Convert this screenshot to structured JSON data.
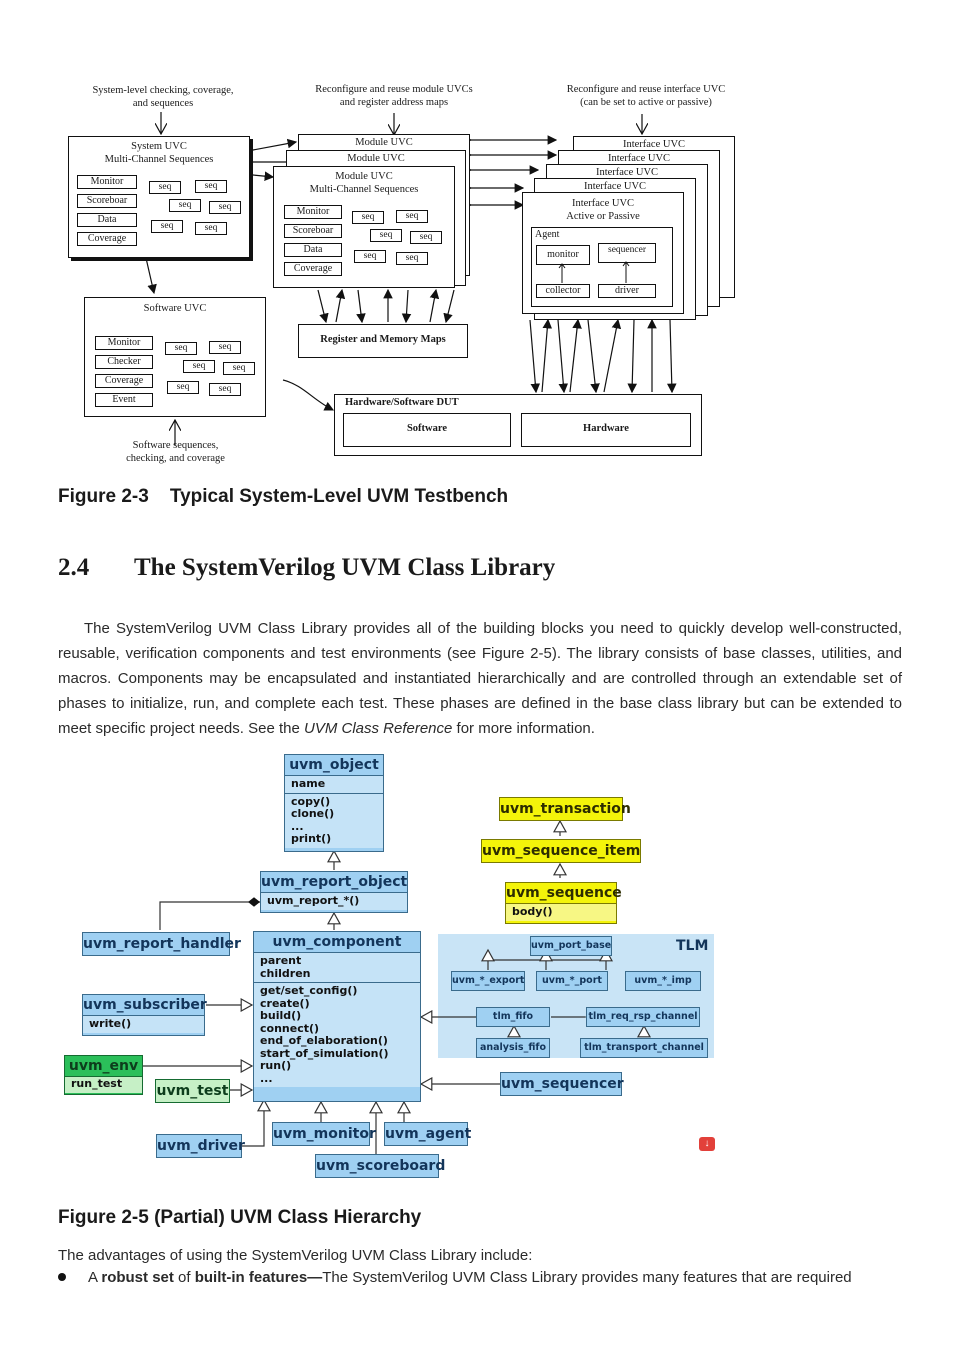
{
  "figure23": {
    "notes": {
      "system": [
        "System-level checking, coverage,",
        "and sequences"
      ],
      "module": [
        "Reconfigure and reuse module UVCs",
        "and register address maps"
      ],
      "interface": [
        "Reconfigure and reuse interface UVC",
        "(can be set to active or passive)"
      ],
      "software": [
        "Software sequences,",
        "checking, and coverage"
      ]
    },
    "system_uvc": {
      "title": [
        "System UVC",
        "Multi-Channel Sequences"
      ],
      "items": [
        "Monitor",
        "Scoreboar",
        "Data",
        "Coverage"
      ]
    },
    "module_uvc": {
      "stack_titles": [
        "Module UVC",
        "Module UVC"
      ],
      "title": [
        "Module UVC",
        "Multi-Channel Sequences"
      ],
      "items": [
        "Monitor",
        "Scoreboar",
        "Data",
        "Coverage"
      ]
    },
    "interface_uvc": {
      "stack_titles": [
        "Interface UVC",
        "Interface UVC",
        "Interface UVC",
        "Interface UVC"
      ],
      "title": [
        "Interface UVC",
        "Active or Passive"
      ],
      "agent": "Agent",
      "monitor": "monitor",
      "sequencer": "sequencer",
      "collector": "collector",
      "driver": "driver"
    },
    "software_uvc": {
      "title": "Software UVC",
      "items": [
        "Monitor",
        "Checker",
        "Coverage",
        "Event"
      ]
    },
    "seq_label": "seq",
    "register_maps": "Register and Memory Maps",
    "dut": {
      "title": "Hardware/Software DUT",
      "software": "Software",
      "hardware": "Hardware"
    },
    "caption": "Figure 2-3    Typical System-Level UVM Testbench"
  },
  "section": {
    "number": "2.4",
    "title": "The SystemVerilog UVM Class Library"
  },
  "paragraph": {
    "before_italic": "The SystemVerilog UVM Class Library provides all of the building blocks you need to quickly develop well-constructed, reusable, verification components and test environments (see Figure 2-5). The library consists of base classes, utilities, and macros. Components may be encapsulated and instantiated hierarchically and are controlled through an extendable set of phases to initialize, run, and complete each test. These phases are defined in the base class library but can be extended to meet specific project needs. See the ",
    "italic": "UVM Class Reference",
    "after_italic": " for more information."
  },
  "figure25": {
    "uvm_object": {
      "name": "uvm_object",
      "attr": "name",
      "methods": [
        "copy()",
        "clone()",
        "...",
        "print()"
      ]
    },
    "uvm_report_object": {
      "name": "uvm_report_object",
      "methods": [
        "uvm_report_*()"
      ]
    },
    "uvm_component": {
      "name": "uvm_component",
      "attrs": [
        "parent",
        "children"
      ],
      "methods": [
        "get/set_config()",
        "create()",
        "build()",
        "connect()",
        "end_of_elaboration()",
        "start_of_simulation()",
        "run()",
        "..."
      ]
    },
    "uvm_report_handler": "uvm_report_handler",
    "uvm_subscriber": {
      "name": "uvm_subscriber",
      "methods": [
        "write()"
      ]
    },
    "uvm_env": {
      "name": "uvm_env",
      "methods": [
        "run_test"
      ]
    },
    "uvm_test": "uvm_test",
    "uvm_driver": "uvm_driver",
    "uvm_monitor": "uvm_monitor",
    "uvm_agent": "uvm_agent",
    "uvm_scoreboard": "uvm_scoreboard",
    "uvm_sequencer": "uvm_sequencer",
    "uvm_transaction": "uvm_transaction",
    "uvm_sequence_item": "uvm_sequence_item",
    "uvm_sequence": {
      "name": "uvm_sequence",
      "methods": [
        "body()"
      ]
    },
    "tlm": {
      "label": "TLM",
      "port_base": "uvm_port_base",
      "export": "uvm_*_export",
      "port": "uvm_*_port",
      "imp": "uvm_*_imp",
      "fifo": "tlm_fifo",
      "req_rsp": "tlm_req_rsp_channel",
      "analysis_fifo": "analysis_fifo",
      "transport": "tlm_transport_channel"
    },
    "caption": "Figure 2-5 (Partial) UVM Class Hierarchy"
  },
  "advantages_intro": "The advantages of using the SystemVerilog UVM Class Library include:",
  "bullet": {
    "a": "A ",
    "robust": "robust set",
    "of": " of ",
    "builtin": "built-in features—",
    "rest": "The SystemVerilog UVM Class Library provides many features that are required"
  },
  "colors": {
    "uvm_blue": "#9fd0f2",
    "uvm_yellow": "#f4f40a",
    "uvm_green": "#2bbf5a",
    "tlm_bg": "#c9e4f6"
  }
}
